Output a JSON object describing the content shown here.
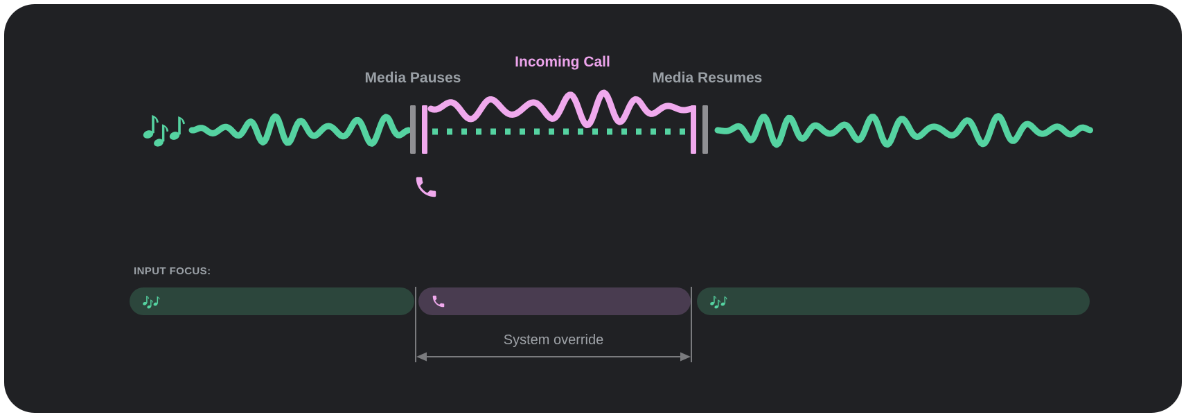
{
  "timeline": {
    "incoming_call_label": "Incoming Call",
    "media_pauses_label": "Media Pauses",
    "media_resumes_label": "Media Resumes",
    "media_icon": "music-notes-icon",
    "call_icon": "phone-icon"
  },
  "input_focus": {
    "label": "INPUT FOCUS:",
    "system_override_label": "System override",
    "bars": [
      {
        "name": "media-before-call",
        "icon": "music-notes-icon",
        "type": "media"
      },
      {
        "name": "incoming-call",
        "icon": "phone-icon",
        "type": "call"
      },
      {
        "name": "media-after-call",
        "icon": "music-notes-icon",
        "type": "media"
      }
    ]
  },
  "colors": {
    "background": "#202124",
    "media_green": "#55d3a1",
    "call_pink": "#f0a9ed",
    "call_text_pink": "#eda4ec",
    "bar_media_bg": "#2c463c",
    "bar_call_bg": "#493c50",
    "marker_gray": "#909094",
    "label_gray": "#9aa0a6",
    "annotation_gray": "#7a7b7e"
  }
}
